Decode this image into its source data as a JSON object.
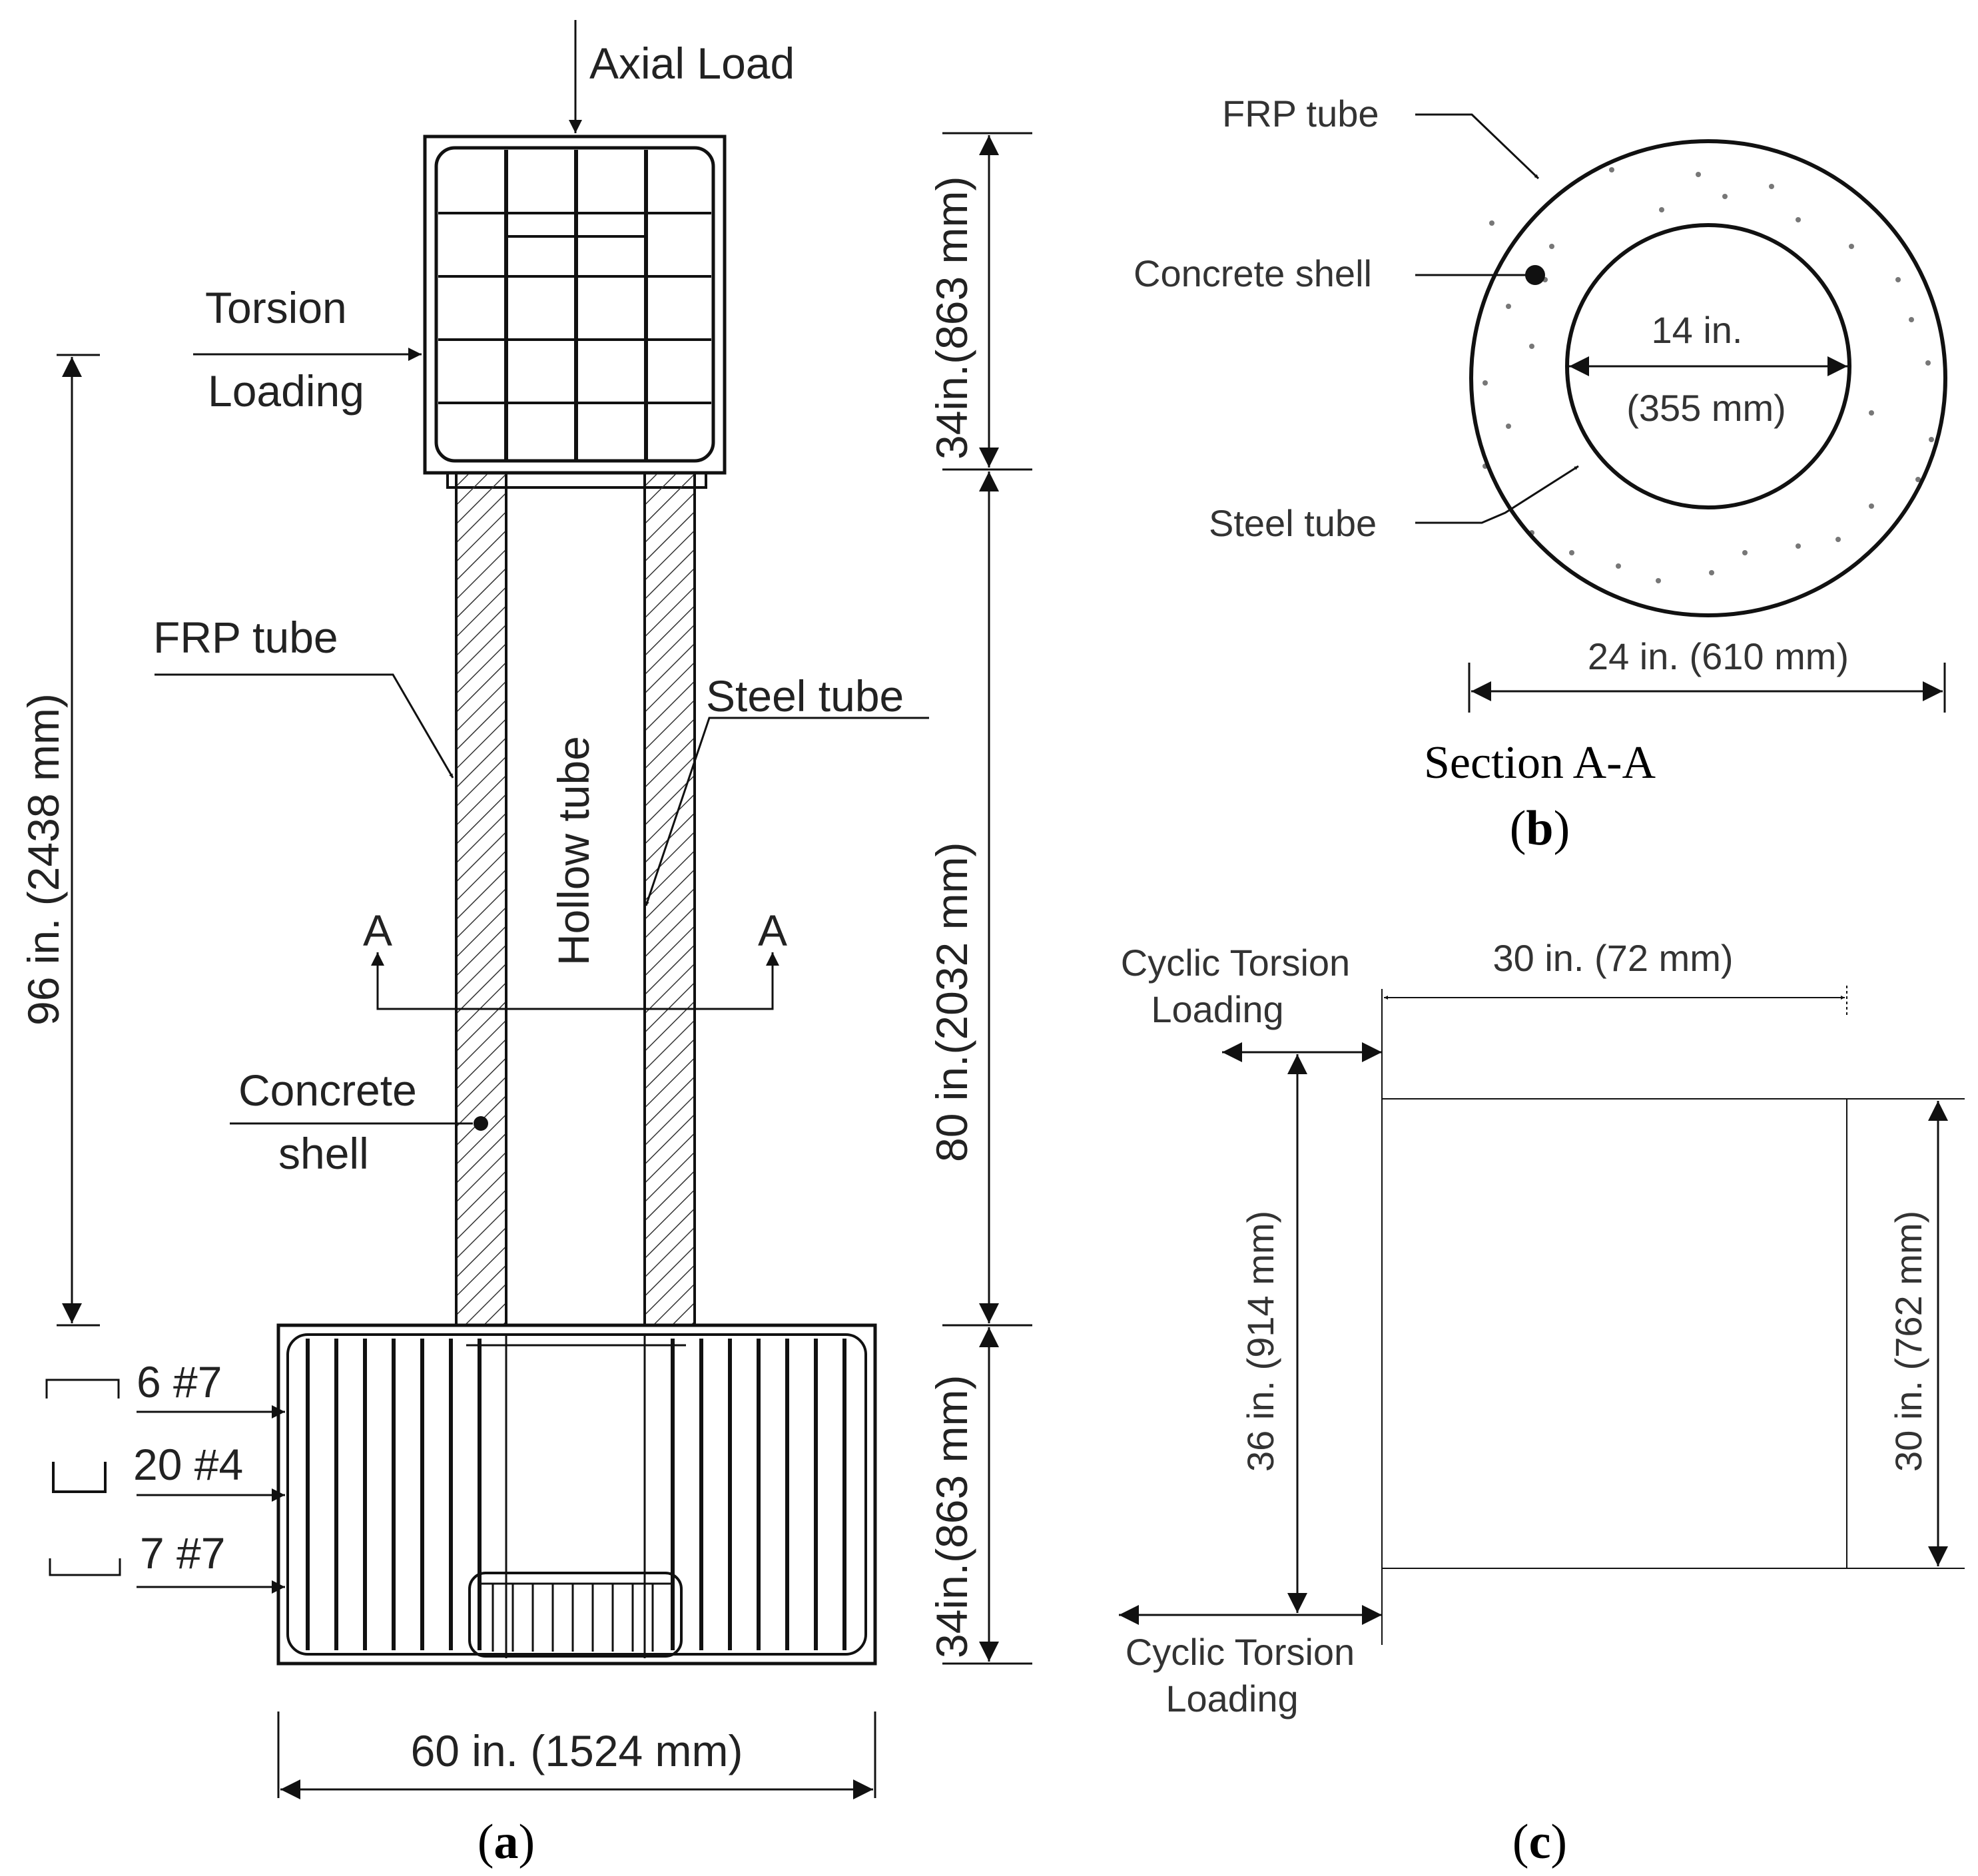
{
  "panel_a": {
    "axial_load": "Axial Load",
    "torsion_line1": "Torsion",
    "torsion_line2": "Loading",
    "frp_tube": "FRP tube",
    "hollow_tube": "Hollow tube",
    "steel_tube": "Steel tube",
    "concrete_line1": "Concrete",
    "concrete_line2": "shell",
    "section_mark_left": "A",
    "section_mark_right": "A",
    "dim_total_height": "96 in. (2438 mm)",
    "dim_top_cap": "34in.(863 mm)",
    "dim_column": "80 in.(2032 mm)",
    "dim_footing": "34in.(863 mm)",
    "dim_width": "60 in. (1524 mm)",
    "bar_1": "6 #7",
    "bar_2": "20 #4",
    "bar_3": "7 #7",
    "caption_letter": "a"
  },
  "panel_b": {
    "frp_tube": "FRP tube",
    "concrete_shell": "Concrete shell",
    "steel_tube": "Steel tube",
    "inner_dim_in": "14 in.",
    "inner_dim_mm": "(355 mm)",
    "outer_dim": "24 in. (610 mm)",
    "section_title": "Section A-A",
    "caption_letter": "b"
  },
  "panel_c": {
    "top_load_line1": "Cyclic Torsion",
    "top_load_line2": "Loading",
    "bottom_load_line1": "Cyclic Torsion",
    "bottom_load_line2": "Loading",
    "dim_width": "30 in. (72 mm)",
    "dim_left_height": "36 in. (914 mm)",
    "dim_right_height": "30 in. (762 mm)",
    "caption_letter": "c"
  }
}
